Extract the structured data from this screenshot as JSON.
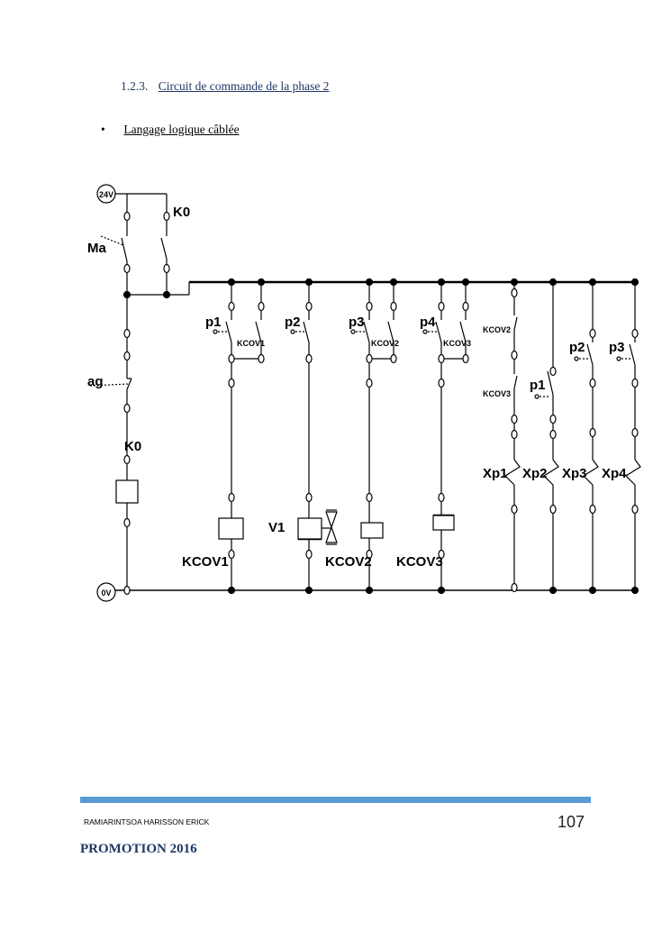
{
  "heading": {
    "number": "1.2.3.",
    "title": "Circuit de commande de la phase 2"
  },
  "bullet": {
    "symbol": "•",
    "text": "Langage logique câblée"
  },
  "diagram": {
    "supply_top": "24V",
    "supply_bottom": "0V",
    "labels": {
      "k0_contact": "K0",
      "ma": "Ma",
      "ag": "ag",
      "k0_coil": "K0",
      "p1_a": "p1",
      "kcov1_contact": "KCOV1",
      "p2_a": "p2",
      "p3_a": "p3",
      "kcov2_contact": "KCOV2",
      "p4": "p4",
      "kcov3_contact": "KCOV3",
      "kcov2_nc": "KCOV2",
      "kcov3_nc": "KCOV3",
      "p1_b": "p1",
      "p2_b": "p2",
      "p3_b": "p3",
      "xp1": "Xp1",
      "xp2": "Xp2",
      "xp3": "Xp3",
      "xp4": "Xp4",
      "v1": "V1",
      "kcov1_coil": "KCOV1",
      "kcov2_coil": "KCOV2",
      "kcov3_coil": "KCOV3"
    }
  },
  "footer": {
    "author": "RAMIARINTSOA HARISSON ERICK",
    "page": "107",
    "promotion": "PROMOTION 2016",
    "bar_color": "#5b9bd5"
  }
}
